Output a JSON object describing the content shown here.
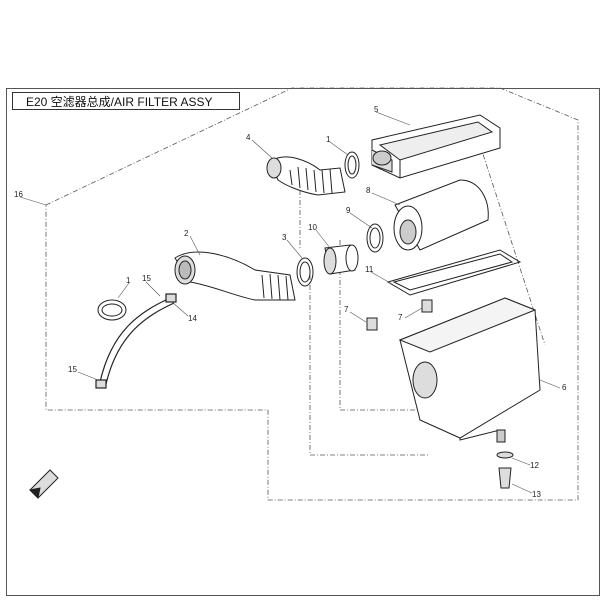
{
  "header": {
    "title": "E20 空滤器总成/AIR FILTER ASSY"
  },
  "callouts": {
    "c1a": "1",
    "c1b": "1",
    "c2": "2",
    "c3": "3",
    "c4": "4",
    "c5": "5",
    "c6": "6",
    "c7a": "7",
    "c7b": "7",
    "c8": "8",
    "c9": "9",
    "c10": "10",
    "c11": "11",
    "c12": "12",
    "c13": "13",
    "c14": "14",
    "c15a": "15",
    "c15b": "15",
    "c16": "16"
  },
  "colors": {
    "line": "#222222",
    "leader": "#555555",
    "shade": "#d8d8d8"
  },
  "icons": {
    "front": "direction-arrow-icon"
  }
}
